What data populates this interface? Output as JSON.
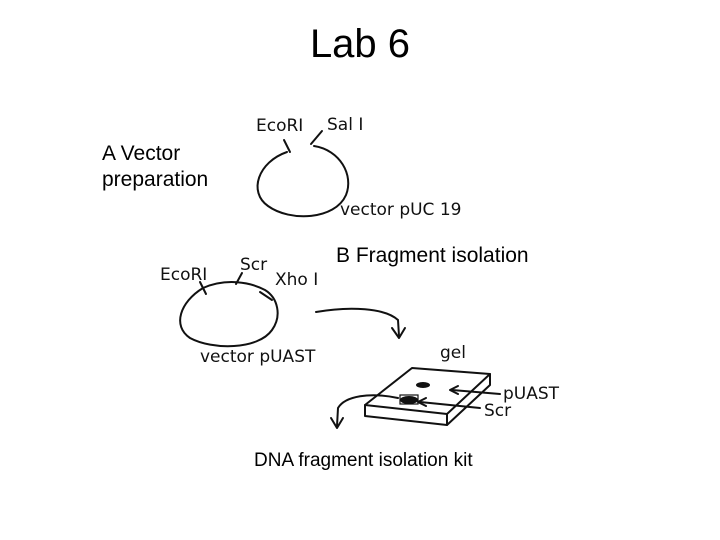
{
  "title": "Lab 6",
  "section_a": {
    "label": "A  Vector preparation",
    "plasmid": {
      "site_1": "EcoRI",
      "site_2": "Sal I",
      "name": "vector pUC 19"
    }
  },
  "section_b": {
    "label": "B Fragment isolation",
    "plasmid": {
      "site_1": "EcoRI",
      "site_2": "Scr",
      "site_3": "Xho I",
      "name": "vector pUAST"
    },
    "gel": {
      "label": "gel",
      "band_1": "pUAST",
      "band_2": "Scr"
    }
  },
  "kit_label": "DNA fragment isolation kit"
}
